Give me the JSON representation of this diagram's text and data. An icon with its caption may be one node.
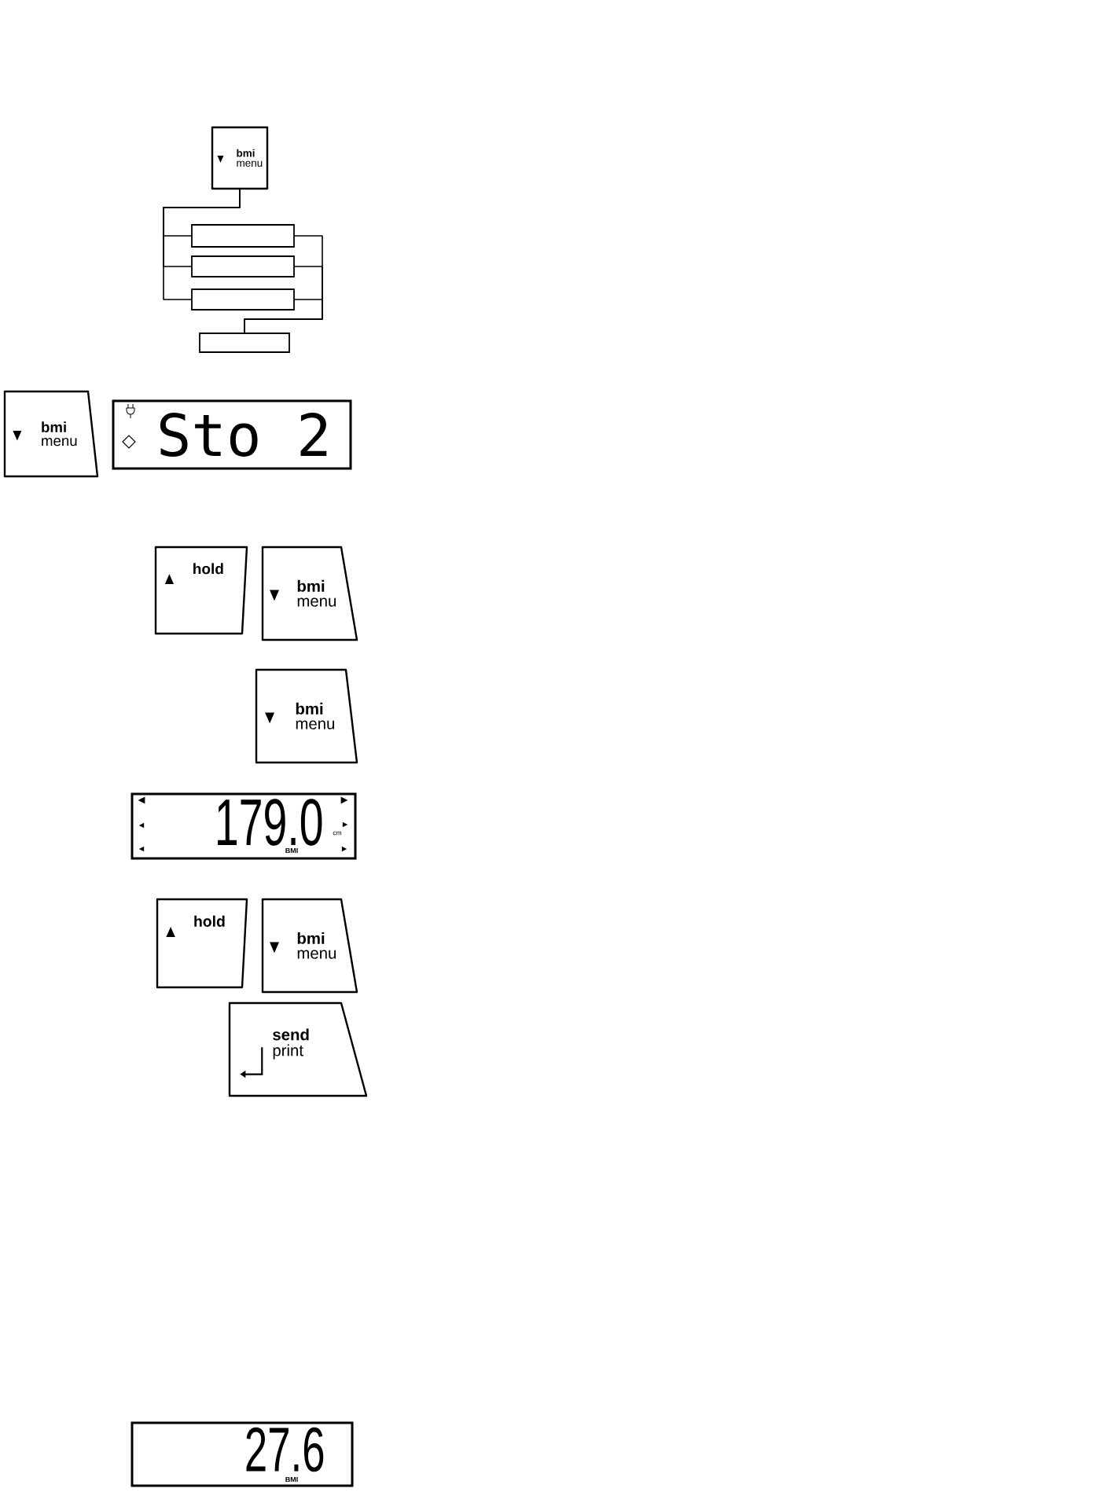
{
  "diagram": {
    "nodes": [
      {
        "text": [
          "bmi",
          "menu"
        ]
      },
      {
        "text": [],
        "shape": "box"
      },
      {
        "text": [],
        "shape": "box"
      },
      {
        "text": [],
        "shape": "box"
      },
      {
        "text": [],
        "shape": "box"
      },
      {
        "text": [
          "bmi",
          "menu"
        ]
      },
      {
        "text": [
          "Sto 2"
        ]
      },
      {
        "text": [
          "hold"
        ]
      },
      {
        "text": [
          "bmi",
          "menu"
        ]
      },
      {
        "text": [
          "bmi",
          "menu"
        ]
      },
      {
        "text": [
          "179.0",
          "cm",
          "BMI"
        ]
      },
      {
        "text": [
          "hold"
        ]
      },
      {
        "text": [
          "bmi",
          "menu"
        ]
      },
      {
        "text": [
          "send",
          "print"
        ]
      },
      {
        "text": [
          "27.6",
          "BMI"
        ]
      }
    ],
    "edges": [
      {
        "from": 0,
        "to": 1,
        "arrow": "none"
      },
      {
        "from": 0,
        "to": 2,
        "arrow": "none"
      },
      {
        "from": 0,
        "to": 3,
        "arrow": "none"
      },
      {
        "from": 1,
        "to": 4,
        "arrow": "none"
      },
      {
        "from": 2,
        "to": 4,
        "arrow": "none"
      },
      {
        "from": 3,
        "to": 4,
        "arrow": "none"
      }
    ]
  }
}
